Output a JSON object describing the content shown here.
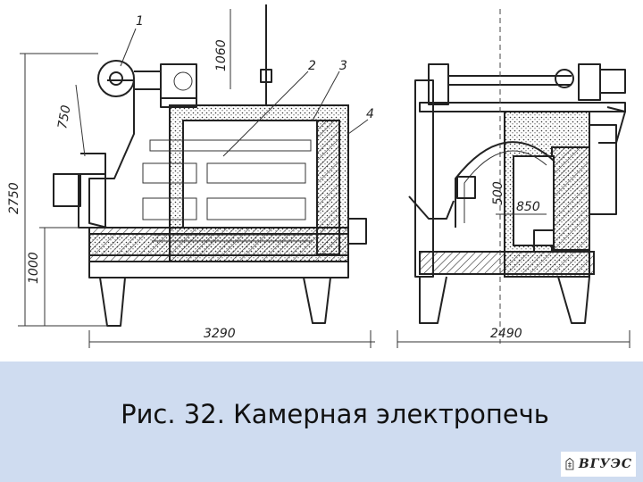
{
  "caption": "Рис. 32. Камерная электропечь",
  "logo_text": "ВГУЭС",
  "drawing": {
    "dimensions": {
      "overall_height": "2750",
      "leg_height": "1000",
      "top_offset": "750",
      "top_height": "1060",
      "front_length": "3290",
      "side_width": "2490",
      "chamber_height": "500",
      "chamber_width": "850"
    },
    "part_numbers": [
      "1",
      "2",
      "3",
      "4"
    ]
  }
}
